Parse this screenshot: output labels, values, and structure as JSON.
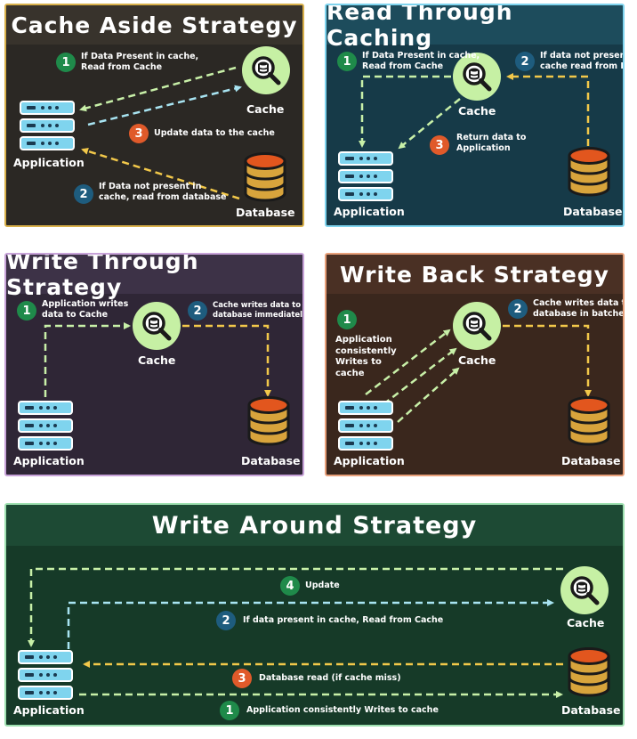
{
  "panels": {
    "cache_aside": {
      "title": "Cache Aside Strategy",
      "labels": {
        "application": "Application",
        "cache": "Cache",
        "database": "Database"
      },
      "steps": [
        {
          "num": "1",
          "text": "If Data Present in cache,\nRead from Cache"
        },
        {
          "num": "3",
          "text": "Update data to the cache"
        },
        {
          "num": "2",
          "text": "If Data not present in\ncache, read from database"
        }
      ]
    },
    "read_through": {
      "title": "Read Through Caching",
      "labels": {
        "application": "Application",
        "cache": "Cache",
        "database": "Database"
      },
      "steps": [
        {
          "num": "1",
          "text": "If Data Present in cache,\nRead from Cache"
        },
        {
          "num": "2",
          "text": "If data not present in\ncache read from DB"
        },
        {
          "num": "3",
          "text": "Return data to\nApplication"
        }
      ]
    },
    "write_through": {
      "title": "Write Through Strategy",
      "labels": {
        "application": "Application",
        "cache": "Cache",
        "database": "Database"
      },
      "steps": [
        {
          "num": "1",
          "text": "Application writes\ndata to Cache"
        },
        {
          "num": "2",
          "text": "Cache writes data to\ndatabase immediately"
        }
      ]
    },
    "write_back": {
      "title": "Write Back Strategy",
      "labels": {
        "application": "Application",
        "cache": "Cache",
        "database": "Database"
      },
      "steps": [
        {
          "num": "1",
          "text": "Application\nconsistently\nWrites to\ncache"
        },
        {
          "num": "2",
          "text": "Cache writes data to\ndatabase in batches"
        }
      ]
    },
    "write_around": {
      "title": "Write Around Strategy",
      "labels": {
        "application": "Application",
        "cache": "Cache",
        "database": "Database"
      },
      "steps": [
        {
          "num": "4",
          "text": "Update"
        },
        {
          "num": "2",
          "text": "If data present in cache, Read from Cache"
        },
        {
          "num": "3",
          "text": "Database read (if cache miss)"
        },
        {
          "num": "1",
          "text": "Application consistently Writes to cache"
        }
      ]
    }
  },
  "colors": {
    "green_line": "#c8f0a8",
    "blue_line": "#a8e4f2",
    "yellow_line": "#f2c84a",
    "cache_circle": "#c6f0a4",
    "database_orange": "#e2561e",
    "database_gold": "#d8a43c",
    "server_blue": "#7fd4ee"
  }
}
